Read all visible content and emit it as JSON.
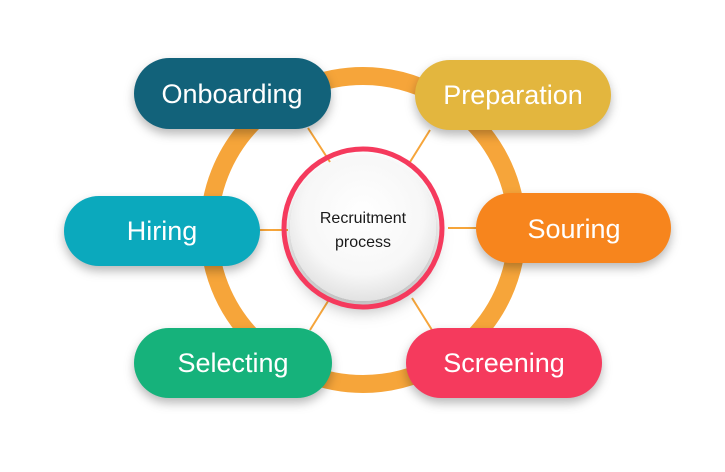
{
  "center": {
    "line1": "Recruitment",
    "line2": "process"
  },
  "stages": [
    {
      "id": "onboarding",
      "label": "Onboarding",
      "color": "#12627a"
    },
    {
      "id": "preparation",
      "label": "Preparation",
      "color": "#e3b63e"
    },
    {
      "id": "souring",
      "label": "Souring",
      "color": "#f7851d"
    },
    {
      "id": "screening",
      "label": "Screening",
      "color": "#f53a5d"
    },
    {
      "id": "selecting",
      "label": "Selecting",
      "color": "#16b27b"
    },
    {
      "id": "hiring",
      "label": "Hiring",
      "color": "#0ba9bd"
    }
  ],
  "colors": {
    "ring": "#f6a53a",
    "center_ring": "#f53a5d",
    "connector": "#f6a53a"
  }
}
